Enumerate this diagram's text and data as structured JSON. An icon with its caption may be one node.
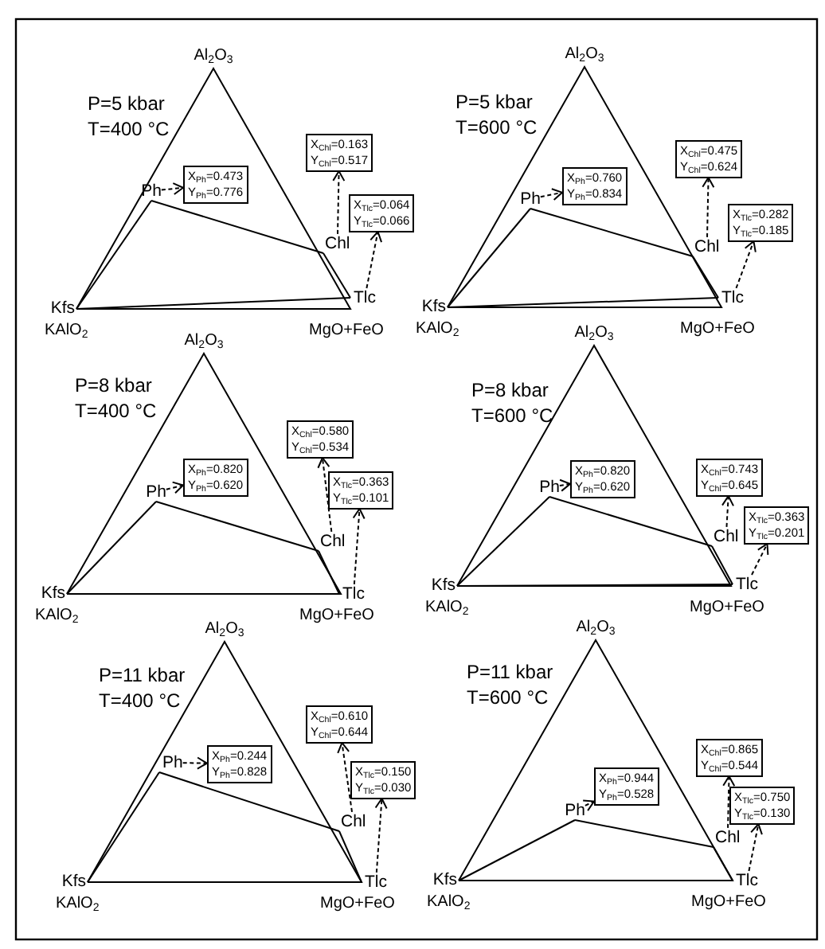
{
  "diagram": {
    "nodes": [
      {
        "text": [
          "Kfs"
        ]
      },
      {
        "text": [
          "Ph"
        ]
      },
      {
        "text": [
          "Chl"
        ]
      },
      {
        "text": [
          "Tlc"
        ]
      },
      {
        "text": [
          "X$_{Ph}$=0.473",
          "Y$_{Ph}$=0.776"
        ]
      },
      {
        "text": [
          "X$_{Chl}$=0.163",
          "Y$_{Chl}$=0.517"
        ]
      },
      {
        "text": [
          "X$_{Tlc}$=0.064",
          "Y$_{Tlc}$=0.066"
        ]
      },
      {
        "text": [
          "Kfs"
        ]
      },
      {
        "text": [
          "Ph"
        ]
      },
      {
        "text": [
          "Chl"
        ]
      },
      {
        "text": [
          "Tlc"
        ]
      },
      {
        "text": [
          "X$_{Ph}$=0.760",
          "Y$_{Ph}$=0.834"
        ]
      },
      {
        "text": [
          "X$_{Chl}$=0.475",
          "Y$_{Chl}$=0.624"
        ]
      },
      {
        "text": [
          "X$_{Tlc}$=0.282",
          "Y$_{Tlc}$=0.185"
        ]
      },
      {
        "text": [
          "Kfs"
        ]
      },
      {
        "text": [
          "Ph"
        ]
      },
      {
        "text": [
          "Chl"
        ]
      },
      {
        "text": [
          "Tlc"
        ]
      },
      {
        "text": [
          "X$_{Ph}$=0.820",
          "Y$_{Ph}$=0.620"
        ]
      },
      {
        "text": [
          "X$_{Chl}$=0.580",
          "Y$_{Chl}$=0.534"
        ]
      },
      {
        "text": [
          "X$_{Tlc}$=0.363",
          "Y$_{Tlc}$=0.101"
        ]
      },
      {
        "text": [
          "Kfs"
        ]
      },
      {
        "text": [
          "Ph"
        ]
      },
      {
        "text": [
          "Chl"
        ]
      },
      {
        "text": [
          "Tlc"
        ]
      },
      {
        "text": [
          "X$_{Ph}$=0.820",
          "Y$_{Ph}$=0.620"
        ]
      },
      {
        "text": [
          "X$_{Chl}$=0.743",
          "Y$_{Chl}$=0.645"
        ]
      },
      {
        "text": [
          "X$_{Tlc}$=0.363",
          "Y$_{Tlc}$=0.201"
        ]
      },
      {
        "text": [
          "Kfs"
        ]
      },
      {
        "text": [
          "Ph"
        ]
      },
      {
        "text": [
          "Chl"
        ]
      },
      {
        "text": [
          "Tlc"
        ]
      },
      {
        "text": [
          "X$_{Ph}$=0.244",
          "Y$_{Ph}$=0.828"
        ]
      },
      {
        "text": [
          "X$_{Chl}$=0.610",
          "Y$_{Chl}$=0.644"
        ]
      },
      {
        "text": [
          "X$_{Tlc}$=0.150",
          "Y$_{Tlc}$=0.030"
        ]
      },
      {
        "text": [
          "Kfs"
        ]
      },
      {
        "text": [
          "Ph"
        ]
      },
      {
        "text": [
          "Chl"
        ]
      },
      {
        "text": [
          "Tlc"
        ]
      },
      {
        "text": [
          "X$_{Ph}$=0.944",
          "Y$_{Ph}$=0.528"
        ]
      },
      {
        "text": [
          "X$_{Chl}$=0.865",
          "Y$_{Chl}$=0.544"
        ]
      },
      {
        "text": [
          "X$_{Tlc}$=0.750",
          "Y$_{Tlc}$=0.130"
        ]
      }
    ],
    "edges": [
      {
        "from": 0,
        "to": 1,
        "arrow": "none"
      },
      {
        "from": 1,
        "to": 2,
        "arrow": "none"
      },
      {
        "from": 2,
        "to": 3,
        "arrow": "none"
      },
      {
        "from": 0,
        "to": 3,
        "arrow": "none"
      },
      {
        "from": 1,
        "to": 4,
        "arrow": "to",
        "style": "dashed"
      },
      {
        "from": 2,
        "to": 5,
        "arrow": "to",
        "style": "dashed"
      },
      {
        "from": 3,
        "to": 6,
        "arrow": "to",
        "style": "dashed"
      },
      {
        "from": 7,
        "to": 8,
        "arrow": "none"
      },
      {
        "from": 8,
        "to": 9,
        "arrow": "none"
      },
      {
        "from": 9,
        "to": 10,
        "arrow": "none"
      },
      {
        "from": 7,
        "to": 10,
        "arrow": "none"
      },
      {
        "from": 8,
        "to": 11,
        "arrow": "to",
        "style": "dashed"
      },
      {
        "from": 9,
        "to": 12,
        "arrow": "to",
        "style": "dashed"
      },
      {
        "from": 10,
        "to": 13,
        "arrow": "to",
        "style": "dashed"
      },
      {
        "from": 14,
        "to": 15,
        "arrow": "none"
      },
      {
        "from": 15,
        "to": 16,
        "arrow": "none"
      },
      {
        "from": 16,
        "to": 17,
        "arrow": "none"
      },
      {
        "from": 14,
        "to": 17,
        "arrow": "none"
      },
      {
        "from": 15,
        "to": 18,
        "arrow": "to",
        "style": "dashed"
      },
      {
        "from": 16,
        "to": 19,
        "arrow": "to",
        "style": "dashed"
      },
      {
        "from": 17,
        "to": 20,
        "arrow": "to",
        "style": "dashed"
      },
      {
        "from": 21,
        "to": 22,
        "arrow": "none"
      },
      {
        "from": 22,
        "to": 23,
        "arrow": "none"
      },
      {
        "from": 23,
        "to": 24,
        "arrow": "none"
      },
      {
        "from": 21,
        "to": 24,
        "arrow": "none"
      },
      {
        "from": 22,
        "to": 25,
        "arrow": "to",
        "style": "dashed"
      },
      {
        "from": 23,
        "to": 26,
        "arrow": "to",
        "style": "dashed"
      },
      {
        "from": 24,
        "to": 27,
        "arrow": "to",
        "style": "dashed"
      },
      {
        "from": 28,
        "to": 29,
        "arrow": "none"
      },
      {
        "from": 29,
        "to": 30,
        "arrow": "none"
      },
      {
        "from": 30,
        "to": 31,
        "arrow": "none"
      },
      {
        "from": 28,
        "to": 31,
        "arrow": "none"
      },
      {
        "from": 29,
        "to": 32,
        "arrow": "to",
        "style": "dashed"
      },
      {
        "from": 30,
        "to": 33,
        "arrow": "to",
        "style": "dashed"
      },
      {
        "from": 31,
        "to": 34,
        "arrow": "to",
        "style": "dashed"
      },
      {
        "from": 35,
        "to": 36,
        "arrow": "none"
      },
      {
        "from": 36,
        "to": 37,
        "arrow": "none"
      },
      {
        "from": 37,
        "to": 38,
        "arrow": "none"
      },
      {
        "from": 35,
        "to": 38,
        "arrow": "none"
      },
      {
        "from": 36,
        "to": 39,
        "arrow": "to",
        "style": "dashed"
      },
      {
        "from": 37,
        "to": 40,
        "arrow": "to",
        "style": "dashed"
      },
      {
        "from": 38,
        "to": 41,
        "arrow": "to",
        "style": "dashed"
      }
    ],
    "labels": [
      "Al$_{2}$O$_{3}$",
      "P=5 kbar",
      "T=400 °C",
      "KAlO$_{2}$",
      "MgO+FeO",
      "Al$_{2}$O$_{3}$",
      "P=5 kbar",
      "T=600 °C",
      "KAlO$_{2}$",
      "MgO+FeO",
      "Al$_{2}$O$_{3}$",
      "P=8 kbar",
      "T=400 °C",
      "KAlO$_{2}$",
      "MgO+FeO",
      "Al$_{2}$O$_{3}$",
      "P=8 kbar",
      "T=600 °C",
      "KAlO$_{2}$",
      "MgO+FeO",
      "Al$_{2}$O$_{3}$",
      "P=11 kbar",
      "T=400 °C",
      "KAlO$_{2}$",
      "MgO+FeO",
      "Al$_{2}$O$_{3}$",
      "P=11 kbar",
      "T=600 °C",
      "KAlO$_{2}$",
      "MgO+FeO"
    ]
  }
}
